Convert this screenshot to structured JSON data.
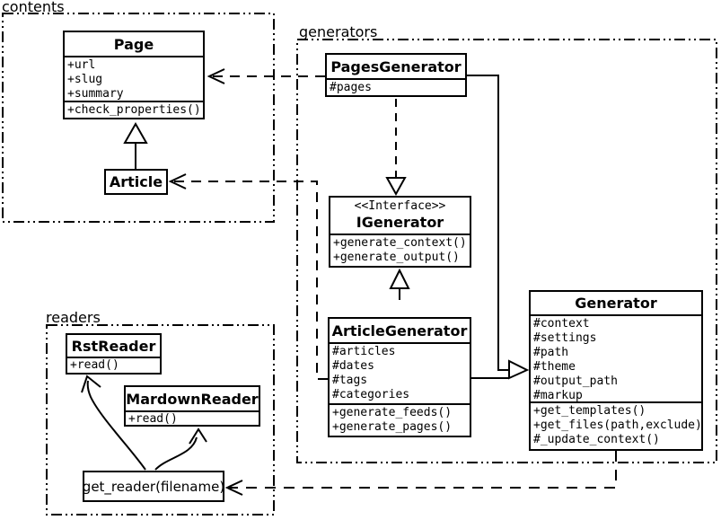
{
  "packages": {
    "contents": {
      "label": "contents"
    },
    "generators": {
      "label": "generators"
    },
    "readers": {
      "label": "readers"
    }
  },
  "classes": {
    "page": {
      "name": "Page",
      "attributes": [
        "+url",
        "+slug",
        "+summary"
      ],
      "methods": [
        "+check_properties()"
      ]
    },
    "article": {
      "name": "Article"
    },
    "pages_generator": {
      "name": "PagesGenerator",
      "attributes": [
        "#pages"
      ]
    },
    "igenerator": {
      "stereotype": "<<Interface>>",
      "name": "IGenerator",
      "methods": [
        "+generate_context()",
        "+generate_output()"
      ]
    },
    "article_generator": {
      "name": "ArticleGenerator",
      "attributes": [
        "#articles",
        "#dates",
        "#tags",
        "#categories"
      ],
      "methods": [
        "+generate_feeds()",
        "+generate_pages()"
      ]
    },
    "generator": {
      "name": "Generator",
      "attributes": [
        "#context",
        "#settings",
        "#path",
        "#theme",
        "#output_path",
        "#markup"
      ],
      "methods": [
        "+get_templates()",
        "+get_files(path,exclude)",
        "#_update_context()"
      ]
    },
    "rst_reader": {
      "name": "RstReader",
      "methods": [
        "+read()"
      ]
    },
    "mardown_reader": {
      "name": "MardownReader",
      "methods": [
        "+read()"
      ]
    },
    "get_reader": {
      "label": "get_reader(filename)"
    }
  },
  "relationships": [
    {
      "type": "generalization",
      "from": "Article",
      "to": "Page"
    },
    {
      "type": "dependency",
      "from": "PagesGenerator",
      "to": "Page"
    },
    {
      "type": "dependency",
      "from": "ArticleGenerator",
      "to": "Article"
    },
    {
      "type": "realization",
      "from": "PagesGenerator",
      "to": "IGenerator"
    },
    {
      "type": "generalization",
      "from": "ArticleGenerator",
      "to": "IGenerator"
    },
    {
      "type": "generalization",
      "from": "ArticleGenerator",
      "to": "Generator"
    },
    {
      "type": "generalization",
      "from": "PagesGenerator",
      "to": "Generator"
    },
    {
      "type": "dependency",
      "from": "Generator",
      "to": "get_reader(filename)"
    },
    {
      "type": "arrow",
      "from": "get_reader(filename)",
      "to": "RstReader"
    },
    {
      "type": "arrow",
      "from": "get_reader(filename)",
      "to": "MardownReader"
    }
  ],
  "colors": {
    "line": "#000000",
    "background": "#ffffff"
  }
}
